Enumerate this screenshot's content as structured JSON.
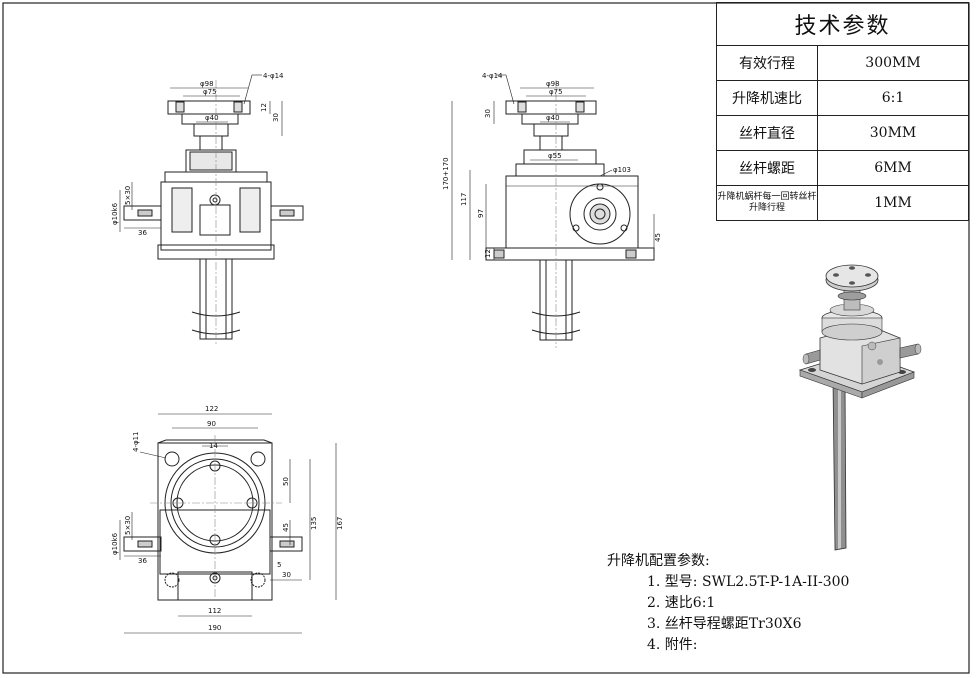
{
  "spec_table": {
    "title": "技术参数",
    "rows": [
      {
        "label": "有效行程",
        "value": "300MM"
      },
      {
        "label": "升降机速比",
        "value": "6:1"
      },
      {
        "label": "丝杆直径",
        "value": "30MM"
      },
      {
        "label": "丝杆螺距",
        "value": "6MM"
      },
      {
        "label": "升降机蜗杆每一回转丝杆升降行程",
        "value": "1MM"
      }
    ]
  },
  "config": {
    "title": "升降机配置参数:",
    "items": [
      "1. 型号: SWL2.5T-P-1A-II-300",
      "2. 速比6:1",
      "3. 丝杆导程螺距Tr30X6",
      "4. 附件:"
    ]
  },
  "dims": {
    "front": {
      "flange_od": "φ98",
      "bolt_circle": "φ75",
      "holes": "4-φ14",
      "flange_thk": "12",
      "flange_h": "30",
      "neck_d": "φ40",
      "shaft_d": "φ10k6",
      "key": "5×30",
      "shaft_len": "36"
    },
    "side": {
      "holes": "4-φ14",
      "flange_od": "φ98",
      "bolt_circle": "φ75",
      "neck_d": "φ40",
      "body_d": "φ55",
      "wheel_d": "φ103",
      "flange_h": "30",
      "total_h": "170+170",
      "body_h": "117",
      "center_h": "97",
      "base_thk": "12",
      "axis_h": "45"
    },
    "top": {
      "width_overall": "122",
      "hole_spacing": "90",
      "holes": "4-φ11",
      "small": "14",
      "depth_a": "50",
      "depth_b": "135",
      "depth_c": "167",
      "axis_off": "45",
      "shaft_d": "φ10k6",
      "key": "5×30",
      "shaft_len": "36",
      "h5": "5",
      "h30": "30",
      "base_inner": "112",
      "base_overall": "190"
    }
  }
}
